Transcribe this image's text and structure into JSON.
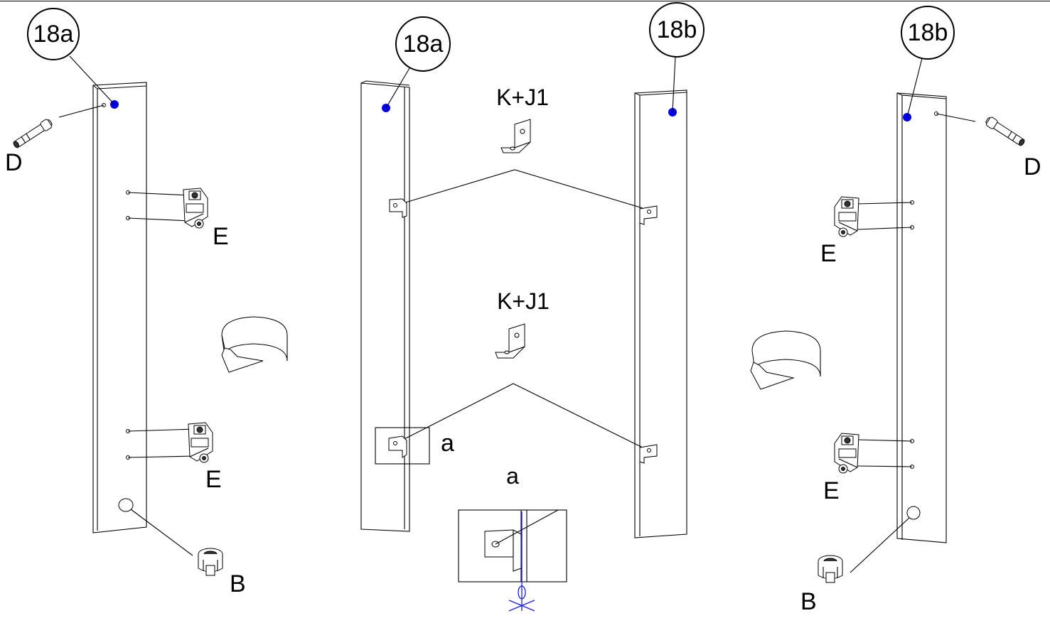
{
  "callouts": {
    "c1": "18a",
    "c2": "18a",
    "c3": "18b",
    "c4": "18b"
  },
  "parts": {
    "d_left": "D",
    "d_right": "D",
    "e_left_top": "E",
    "e_left_bottom": "E",
    "e_right_top": "E",
    "e_right_bottom": "E",
    "b_left": "B",
    "b_right": "B",
    "kj_top": "K+J1",
    "kj_bottom": "K+J1",
    "detail_marker": "a",
    "detail_title": "a"
  },
  "colors": {
    "marker_dot": "#0000ee",
    "detail_axis": "#1a1aff",
    "line": "#000000"
  }
}
